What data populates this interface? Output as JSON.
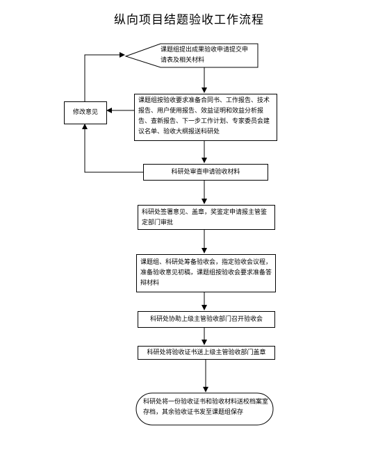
{
  "title": "纵向项目结题验收工作流程",
  "nodes": {
    "step1": "课题组提出成果验收申请提交申请表及相关材料",
    "step2": "课题组按验收要求准备合同书、工作报告、技术报告、用户使用报告、效益证明和效益分析报告、查新报告、下一步工作计划、专家委员会建议名单、验收大纲报送科研处",
    "step3": "科研处审查申请验收材料",
    "revise": "修改意见",
    "step4": "科研处签署意见、盖章，奖鉴定申请报主管鉴定部门审批",
    "step5": "课题组、科研处筹备验收会，指定验收会议程，准备验收意见初稿，课题组按验收会要求准备答辩材料",
    "step6": "科研处协助上级主管验收部门召开验收会",
    "step7": "科研处将验收证书送上级主管验收部门盖章",
    "step8": "科研处将一份验收证书和验收材料送校档案室存档，其余验收证书发至课题组保存"
  }
}
